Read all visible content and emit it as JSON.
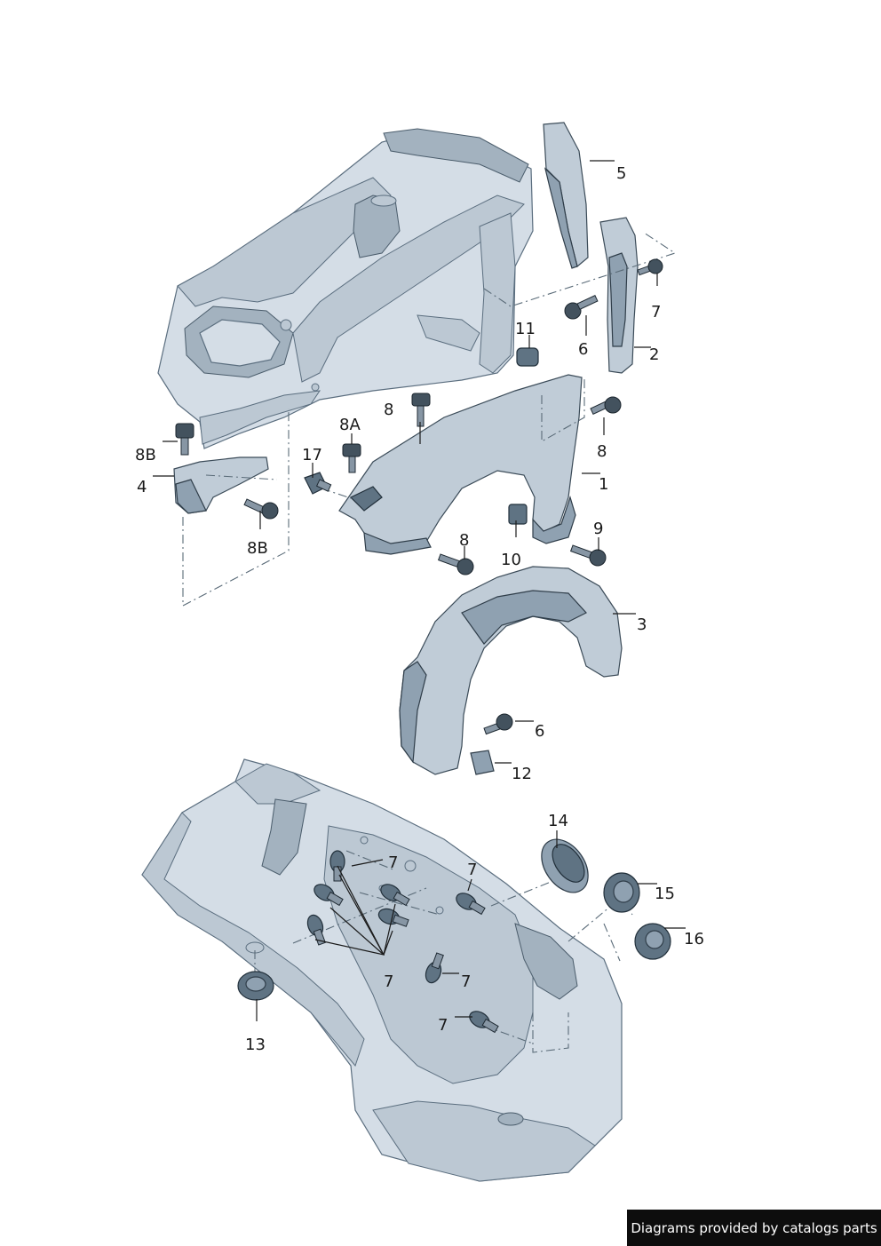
{
  "diagram": {
    "callouts": {
      "c1": "1",
      "c2": "2",
      "c3": "3",
      "c4": "4",
      "c5": "5",
      "c6a": "6",
      "c6b": "6",
      "c7a": "7",
      "c7b": "7",
      "c7c": "7",
      "c7d": "7",
      "c7e": "7",
      "c7f": "7",
      "c8a": "8",
      "c8b": "8",
      "c8c": "8",
      "c8A": "8A",
      "c8Ba": "8B",
      "c8Bb": "8B",
      "c9": "9",
      "c10": "10",
      "c11": "11",
      "c12": "12",
      "c13": "13",
      "c14": "14",
      "c15": "15",
      "c16": "16",
      "c17": "17"
    }
  },
  "footer": {
    "credit": "Diagrams provided by catalogs parts"
  },
  "colors": {
    "body": "#d4dde6",
    "part": "#8fa1b1",
    "outline": "#2f3d49",
    "footer_bg": "#0d0d0d"
  }
}
